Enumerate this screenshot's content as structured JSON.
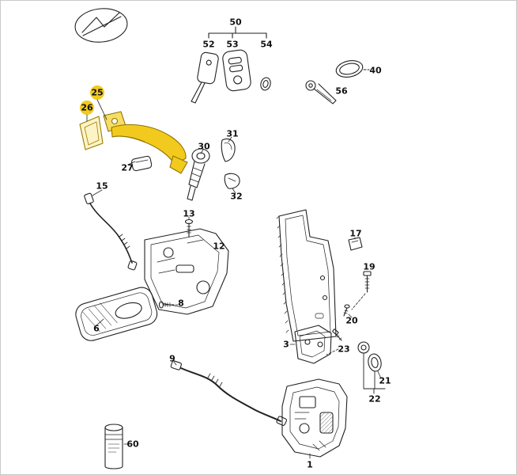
{
  "diagram": {
    "kind": "exploded-parts-diagram",
    "line_color": "#222222",
    "highlight_color": "#f2ca1d",
    "highlighted_parts": [
      "25",
      "26"
    ]
  },
  "parts": [
    {
      "label": "50"
    },
    {
      "label": "52"
    },
    {
      "label": "53"
    },
    {
      "label": "54"
    },
    {
      "label": "40"
    },
    {
      "label": "56"
    },
    {
      "label": "25",
      "highlight": true
    },
    {
      "label": "26",
      "highlight": true
    },
    {
      "label": "27"
    },
    {
      "label": "30"
    },
    {
      "label": "31"
    },
    {
      "label": "32"
    },
    {
      "label": "15"
    },
    {
      "label": "13"
    },
    {
      "label": "12"
    },
    {
      "label": "8"
    },
    {
      "label": "6"
    },
    {
      "label": "9"
    },
    {
      "label": "17"
    },
    {
      "label": "19"
    },
    {
      "label": "20"
    },
    {
      "label": "3"
    },
    {
      "label": "23"
    },
    {
      "label": "21"
    },
    {
      "label": "22"
    },
    {
      "label": "1"
    },
    {
      "label": "60"
    }
  ]
}
